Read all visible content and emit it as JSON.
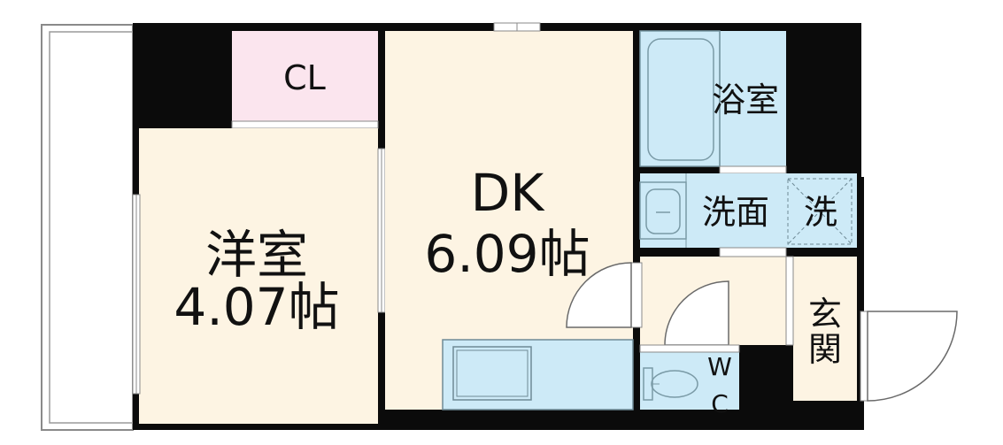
{
  "rooms": {
    "closet": "CL",
    "western_room": {
      "name": "洋室",
      "size": "4.07帖"
    },
    "dk": {
      "name": "DK",
      "size": "6.09帖"
    },
    "bathroom": "浴室",
    "washroom": "洗面",
    "washer": "洗",
    "toilet": {
      "w": "W",
      "c": "C"
    },
    "entrance": {
      "line1": "玄",
      "line2": "関"
    }
  },
  "colors": {
    "wall": "#0b0b0b",
    "room": "#fdf4e3",
    "closet": "#fbe5ee",
    "wet": "#cdeaf7",
    "balcony": "#ffffff",
    "line": "#8a8a8a"
  }
}
